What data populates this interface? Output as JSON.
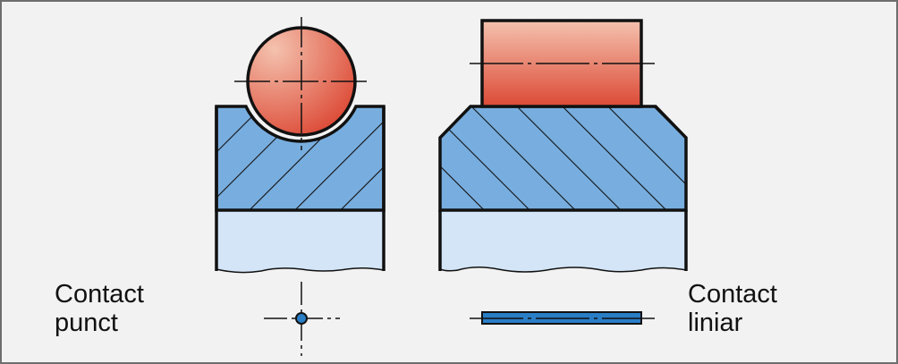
{
  "labels": {
    "point_contact": [
      "Contact",
      "punct"
    ],
    "line_contact": [
      "Contact",
      "liniar"
    ]
  },
  "colors": {
    "background": "#f2f2f2",
    "hatched_body": "#78aedf",
    "base_body": "#d3e5f6",
    "roller_light": "#f4c2ae",
    "roller_dark": "#dc4a36",
    "contact_mark": "#2a7ec6"
  }
}
